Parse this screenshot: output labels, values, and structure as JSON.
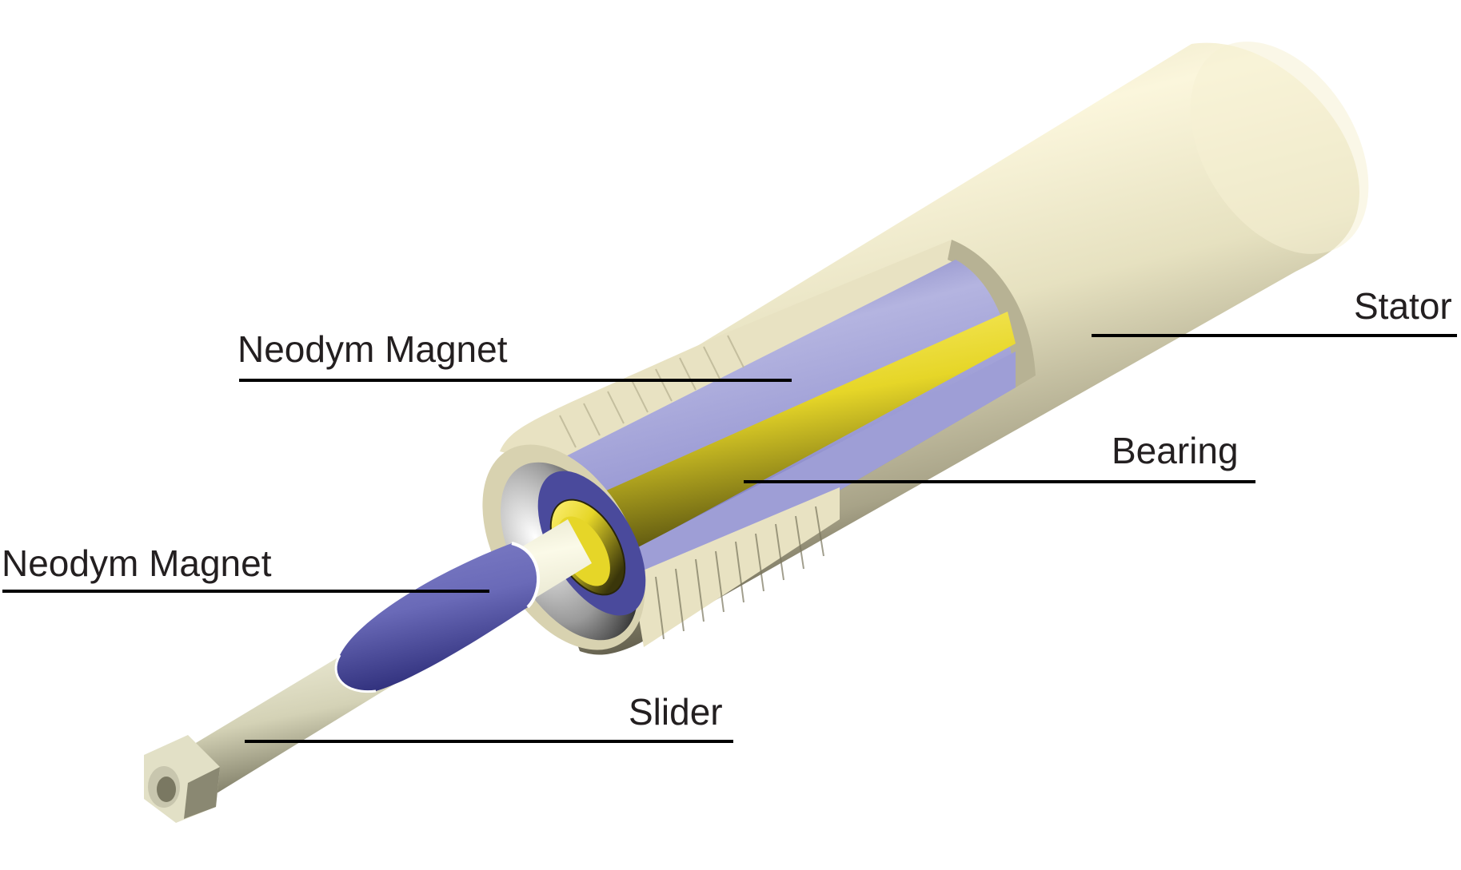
{
  "diagram": {
    "type": "cutaway-3d-illustration",
    "subject": "Linear actuator with stator, neodymium magnets, bearing and slider",
    "colors": {
      "stator_body": "#e8e4c4",
      "stator_highlight": "#fbf6dc",
      "stator_shadow": "#6e6a56",
      "magnet": "#8c8ccc",
      "magnet_dark": "#4a4a9c",
      "magnet_light": "#b4b4e0",
      "bearing": "#e6d628",
      "bearing_dark": "#5a5410",
      "slider": "#ecead0",
      "label_text": "#231f20",
      "leader_line": "#000000"
    }
  },
  "labels": {
    "stator": "Stator",
    "neodym_magnet_outer": "Neodym Magnet",
    "bearing": "Bearing",
    "neodym_magnet_inner": "Neodym Magnet",
    "slider": "Slider"
  }
}
